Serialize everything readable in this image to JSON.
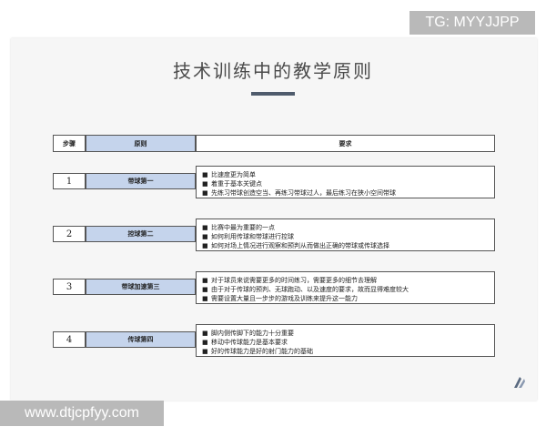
{
  "watermark_top": "TG: MYYJJPP",
  "watermark_bottom": "www.dtjcpfyy.com",
  "title": "技术训练中的教学原则",
  "table": {
    "headers": {
      "step": "步骤",
      "principle": "原则",
      "requirement": "要求"
    },
    "rows": [
      {
        "step": "1",
        "principle": "带球第一",
        "requirements": [
          "比速度更为简单",
          "着重于基本关键点",
          "先练习带球创造空当、再练习带球过人，最后练习在狭小空间带球"
        ]
      },
      {
        "step": "2",
        "principle": "控球第二",
        "requirements": [
          "比赛中最为重要的一点",
          "如何利用传球和带球进行控球",
          "如何对场上情况进行观察和预判从而做出正确的带球或传球选择"
        ]
      },
      {
        "step": "3",
        "principle": "带球加速第三",
        "requirements": [
          "对于球员来说需要更多的时间练习，需要更多的细节去理解",
          "由于对于传球的预判、无球跑动、以及速度的要求，故而显得难度较大",
          "需要设置大量且一步步的游戏及训练来提升这一能力"
        ]
      },
      {
        "step": "4",
        "principle": "传球第四",
        "requirements": [
          "脚内侧传脚下的能力十分重要",
          "移动中传球能力是基本要求",
          "好的传球能力是好的射门能力的基础"
        ]
      }
    ]
  }
}
